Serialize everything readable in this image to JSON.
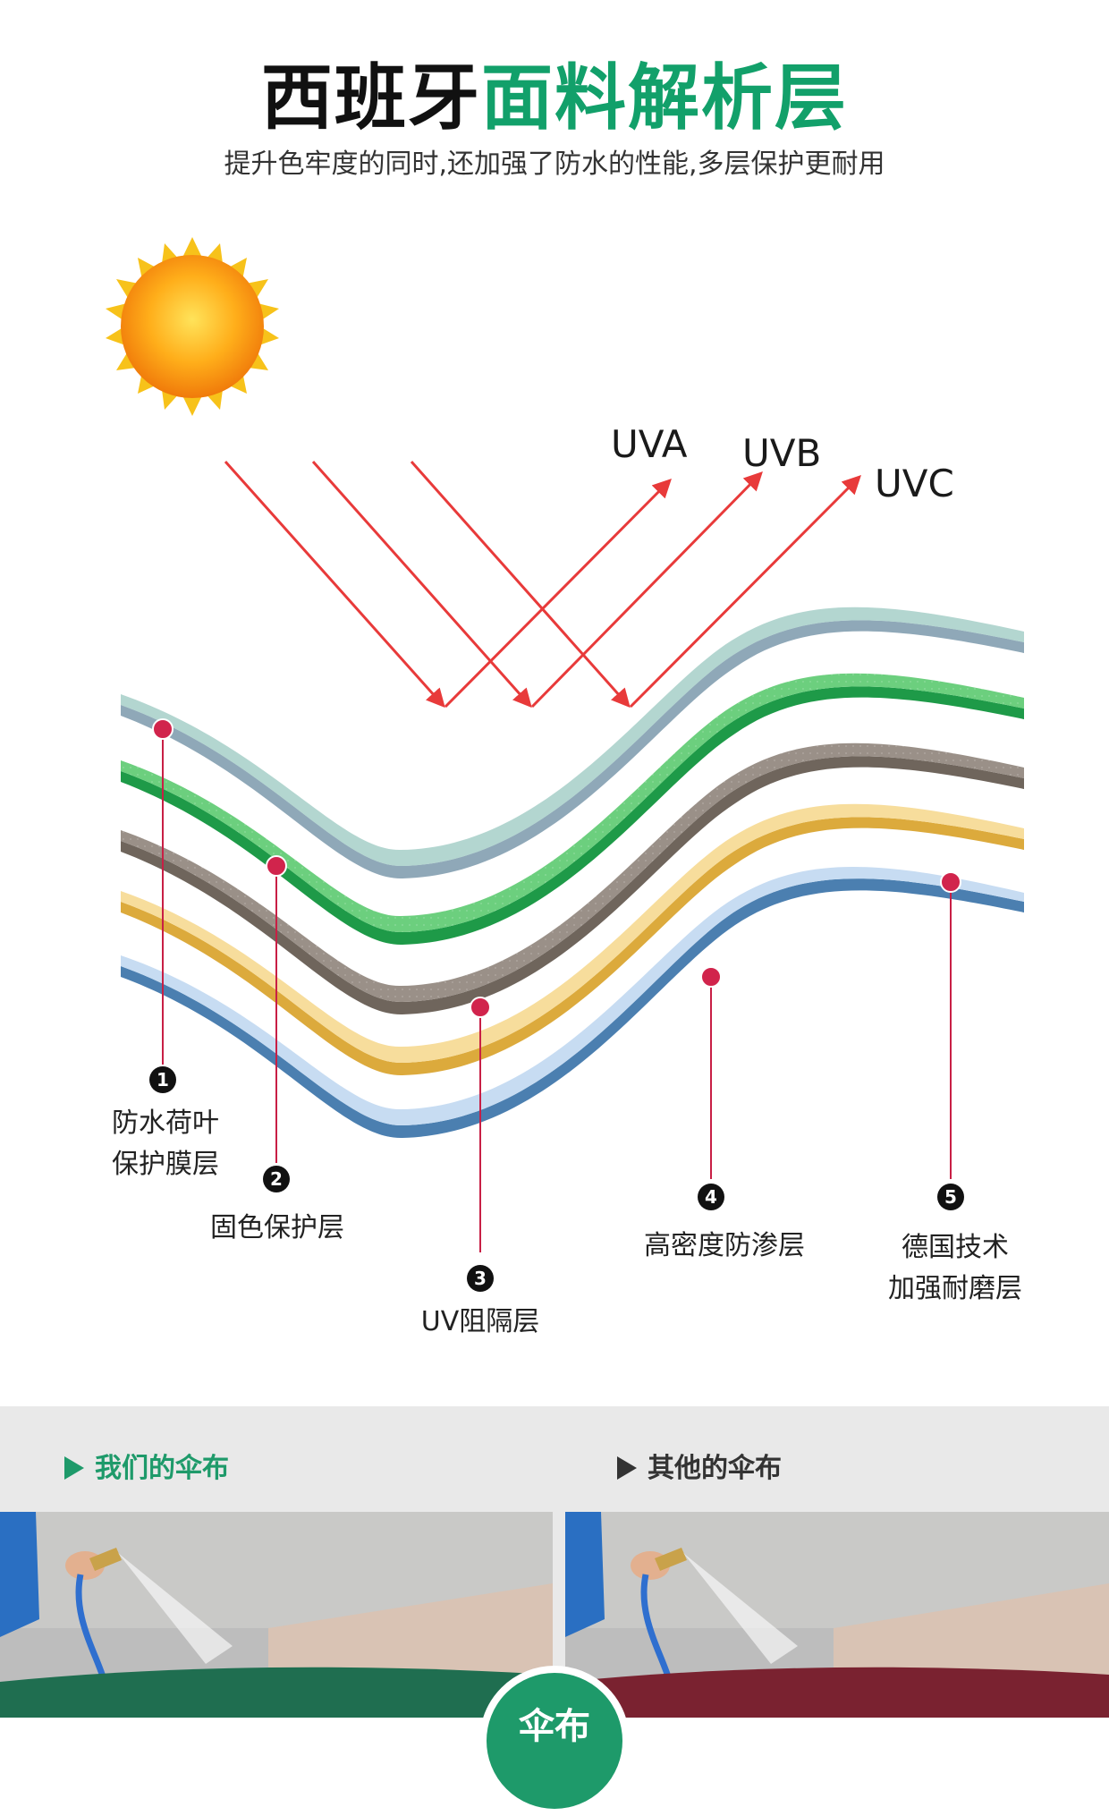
{
  "header": {
    "title_black": "西班牙",
    "title_green": "面料解析层",
    "subtitle": "提升色牢度的同时,还加强了防水的性能,多层保护更耐用"
  },
  "rays": {
    "uva": "UVA",
    "uvb": "UVB",
    "uvc": "UVC"
  },
  "layers": [
    {
      "num": "1",
      "label_line1": "防水荷叶",
      "label_line2": "保护膜层"
    },
    {
      "num": "2",
      "label_line1": "固色保护层",
      "label_line2": ""
    },
    {
      "num": "3",
      "label_line1": "UV阻隔层",
      "label_line2": ""
    },
    {
      "num": "4",
      "label_line1": "高密度防渗层",
      "label_line2": ""
    },
    {
      "num": "5",
      "label_line1": "德国技术",
      "label_line2": "加强耐磨层"
    }
  ],
  "comparison": {
    "ours_label": "我们的伞布",
    "others_label": "其他的伞布",
    "badge_text": "伞布"
  },
  "colors": {
    "title_green": "#12a06a",
    "ray_red": "#e83a3a",
    "marker": "#d1244c",
    "ours_fabric": "#1f6e50",
    "others_fabric": "#7a2230"
  }
}
